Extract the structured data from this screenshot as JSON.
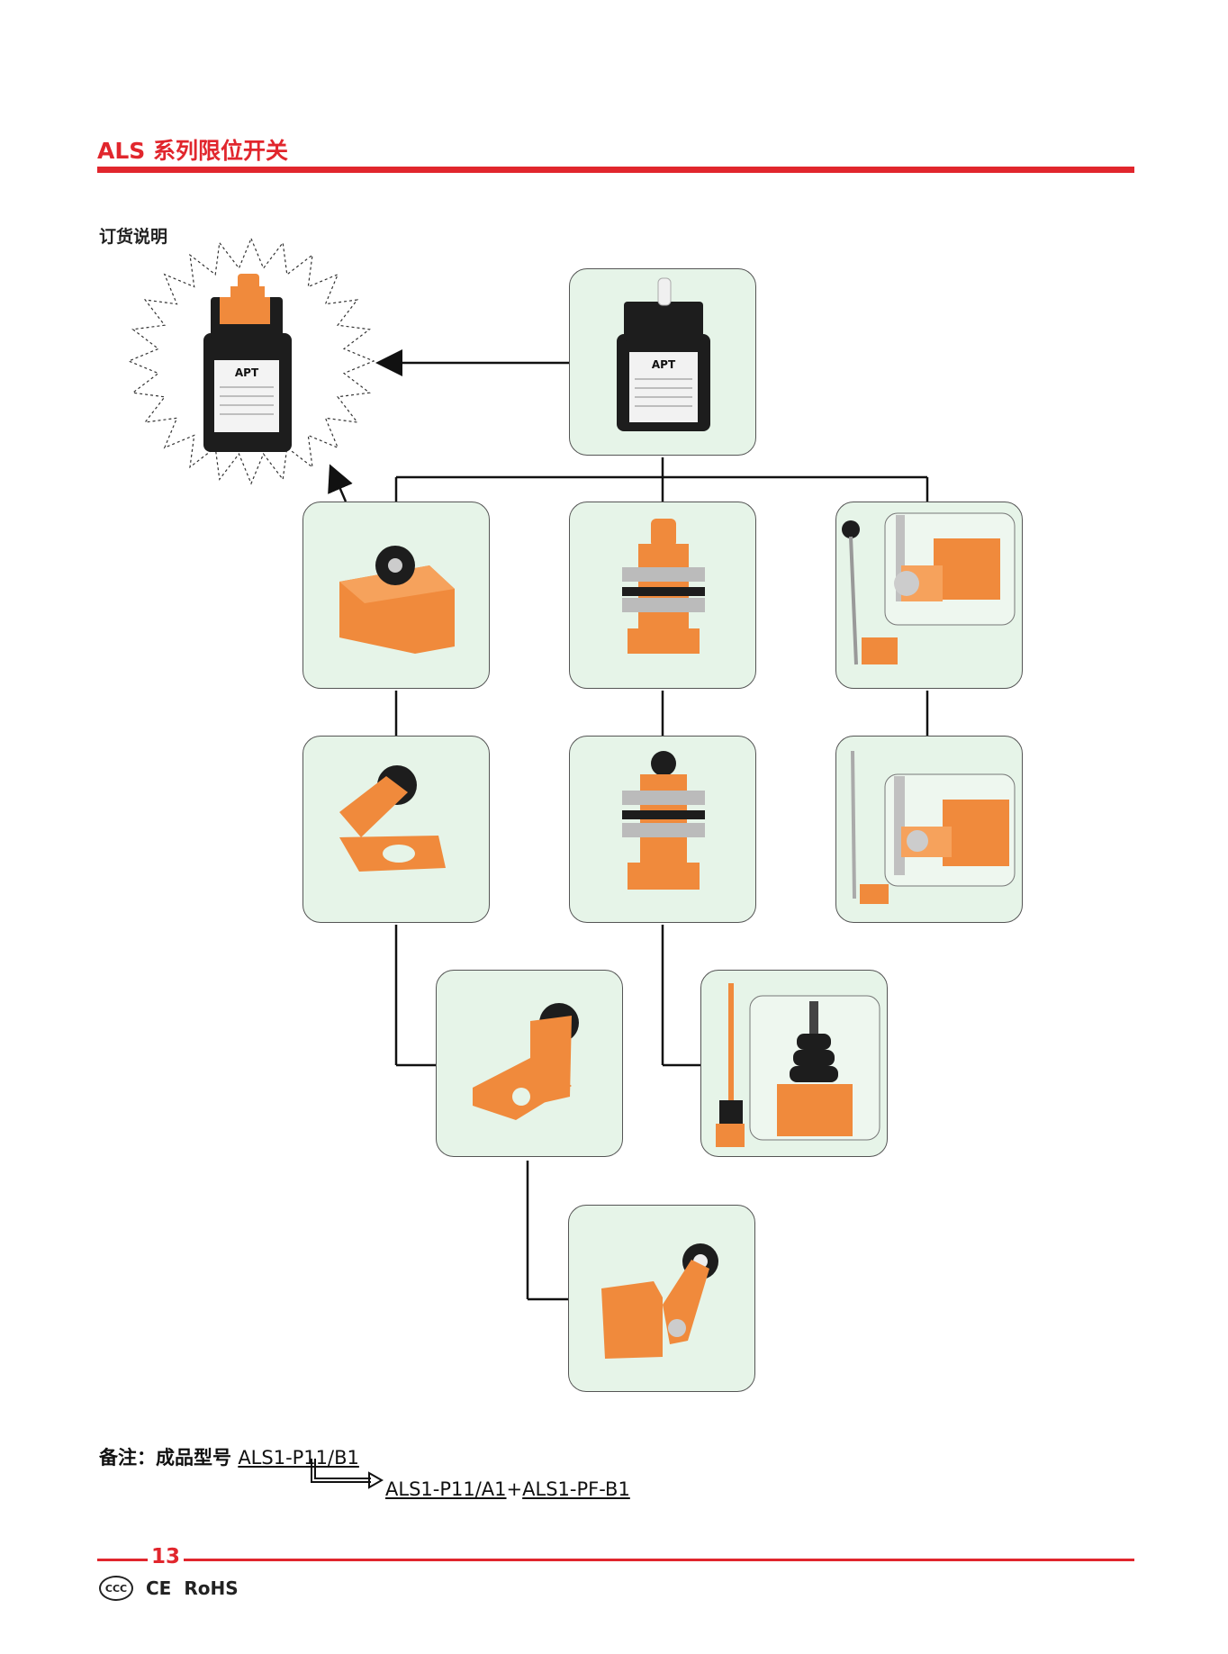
{
  "header": {
    "title": "ALS 系列限位开关"
  },
  "section": {
    "subtitle": "订货说明"
  },
  "note": {
    "label": "备注：成品型号",
    "model": "ALS1-P11/B1",
    "part_a": "ALS1-P11/A1",
    "plus": "+",
    "part_b": "ALS1-PF-B1"
  },
  "footer": {
    "page_number": "13",
    "certs": [
      "CCC",
      "CE",
      "RoHS"
    ]
  },
  "colors": {
    "accent": "#e1262d",
    "box_bg": "#e6f4e8",
    "orange": "#f08a3c",
    "body": "#222222"
  },
  "product": {
    "brand": "APT"
  }
}
